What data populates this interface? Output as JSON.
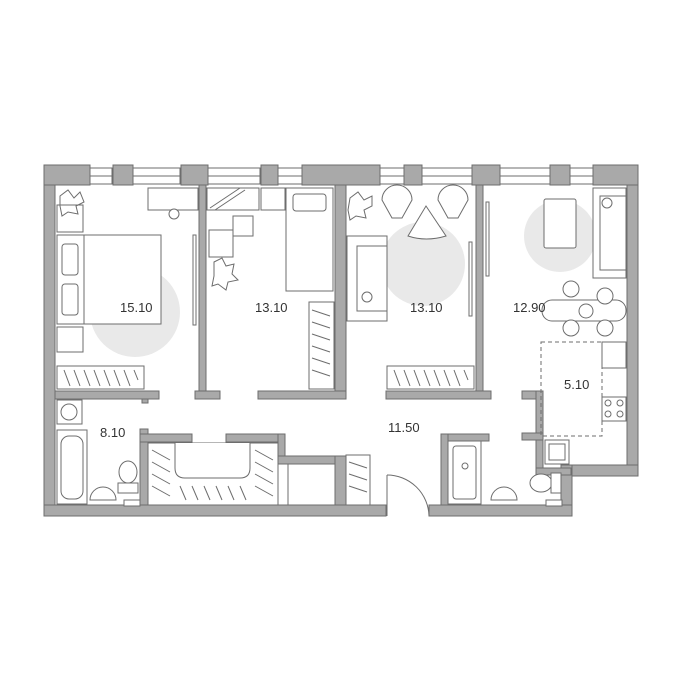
{
  "floorplan": {
    "colors": {
      "wall": "#a9a9a9",
      "wall_outline": "#6d6d6d",
      "accent_spot": "#e9e9e9",
      "label": "#333333"
    },
    "rooms": [
      {
        "id": "bedroom-1",
        "area": "15.10"
      },
      {
        "id": "bedroom-2",
        "area": "13.10"
      },
      {
        "id": "living-room",
        "area": "13.10"
      },
      {
        "id": "dining-room",
        "area": "12.90"
      },
      {
        "id": "kitchen",
        "area": "5.10"
      },
      {
        "id": "bathroom",
        "area": "8.10"
      },
      {
        "id": "hallway",
        "area": "11.50"
      }
    ]
  }
}
